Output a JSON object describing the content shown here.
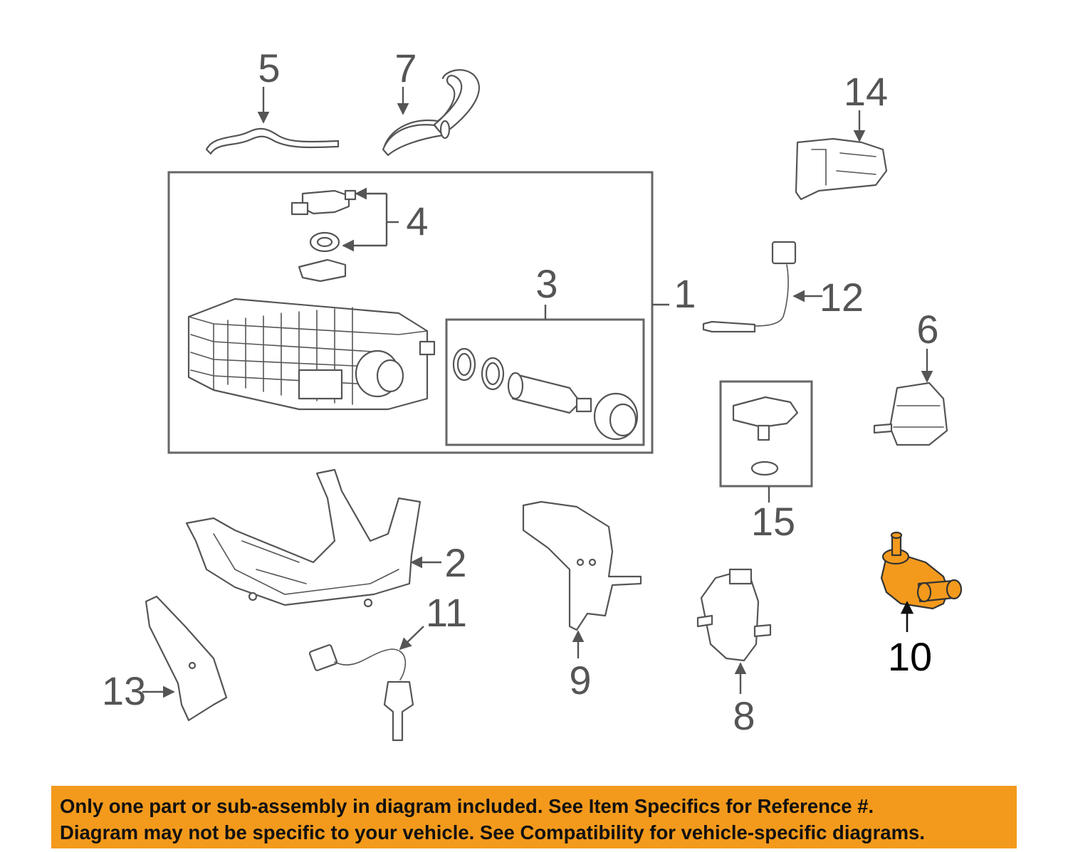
{
  "colors": {
    "highlight": "#f39a1c",
    "banner": "#f39a1c",
    "line": "#555555"
  },
  "callouts": {
    "c1": "1",
    "c2": "2",
    "c3": "3",
    "c4": "4",
    "c5": "5",
    "c6": "6",
    "c7": "7",
    "c8": "8",
    "c9": "9",
    "c10": "10",
    "c11": "11",
    "c12": "12",
    "c13": "13",
    "c14": "14",
    "c15": "15"
  },
  "highlighted_part": "10",
  "banner": {
    "line1": "Only one part or sub-assembly in diagram included. See Item Specifics for Reference #.",
    "line2": "Diagram may not be specific to your vehicle. See Compatibility for vehicle-specific diagrams."
  }
}
